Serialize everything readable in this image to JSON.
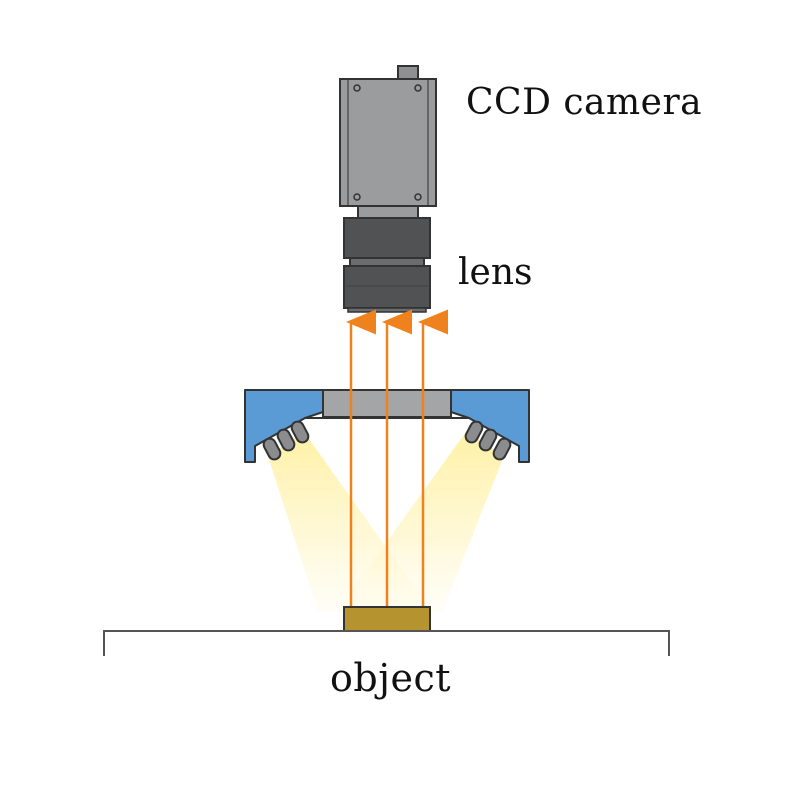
{
  "labels": {
    "camera": "CCD camera",
    "lens": "lens",
    "object": "object"
  },
  "colors": {
    "camera_body": "#9a9c9e",
    "lens_body": "#505254",
    "ring_light": "#5b9bd5",
    "led": "#8a8c8e",
    "light_beam": "#fff3a6",
    "ray": "#f0821e",
    "object": "#b5932f",
    "outline": "#333333"
  },
  "icons": {
    "camera": "ccd-camera-icon",
    "lens": "lens-icon",
    "ring_light": "ring-light-icon",
    "led": "led-icon",
    "ray": "arrow-up-icon"
  }
}
